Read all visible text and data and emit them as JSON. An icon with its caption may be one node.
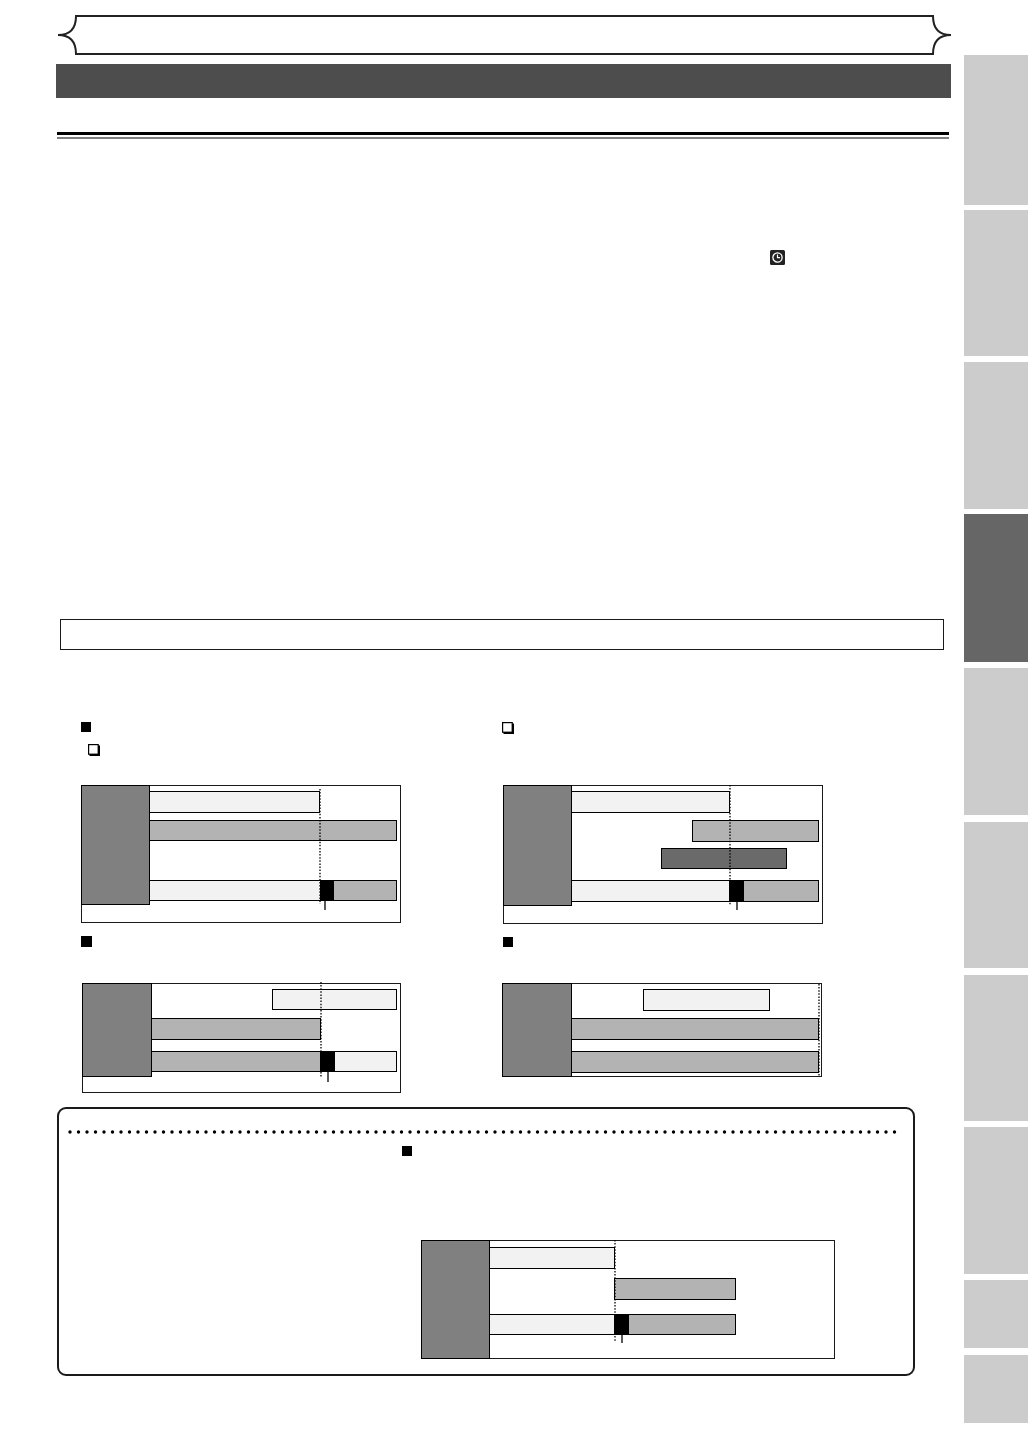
{
  "diagram": {
    "nodes": [
      {
        "text": [],
        "shape": "box"
      },
      {
        "text": [],
        "shape": "bar"
      },
      {
        "text": [],
        "shape": "box"
      },
      {
        "text": [],
        "shape": "box"
      },
      {
        "text": [],
        "shape": "bar",
        "in": 3
      },
      {
        "text": [],
        "shape": "bar",
        "in": 3
      },
      {
        "text": [],
        "shape": "bar",
        "in": 3
      },
      {
        "text": [],
        "shape": "bar",
        "in": 3
      },
      {
        "text": [],
        "shape": "bar",
        "in": 3
      },
      {
        "text": [],
        "shape": "bar",
        "in": 3
      },
      {
        "text": [],
        "shape": "box"
      },
      {
        "text": [],
        "shape": "bar",
        "in": 10
      },
      {
        "text": [],
        "shape": "bar",
        "in": 10
      },
      {
        "text": [],
        "shape": "bar",
        "in": 10
      },
      {
        "text": [],
        "shape": "bar",
        "in": 10
      },
      {
        "text": [],
        "shape": "bar",
        "in": 10
      },
      {
        "text": [],
        "shape": "bar",
        "in": 10
      },
      {
        "text": [],
        "shape": "bar",
        "in": 10
      },
      {
        "text": [],
        "shape": "box"
      },
      {
        "text": [],
        "shape": "bar",
        "in": 18
      },
      {
        "text": [],
        "shape": "bar",
        "in": 18
      },
      {
        "text": [],
        "shape": "bar",
        "in": 18
      },
      {
        "text": [],
        "shape": "bar",
        "in": 18
      },
      {
        "text": [],
        "shape": "bar",
        "in": 18
      },
      {
        "text": [],
        "shape": "bar",
        "in": 18
      },
      {
        "text": [],
        "shape": "box"
      },
      {
        "text": [],
        "shape": "bar",
        "in": 25
      },
      {
        "text": [],
        "shape": "bar",
        "in": 25
      },
      {
        "text": [],
        "shape": "bar",
        "in": 25
      },
      {
        "text": [],
        "shape": "bar",
        "in": 25
      },
      {
        "text": [],
        "shape": "box"
      },
      {
        "text": [],
        "shape": "box",
        "in": 30
      },
      {
        "text": [],
        "shape": "bar",
        "in": 31
      },
      {
        "text": [],
        "shape": "bar",
        "in": 31
      },
      {
        "text": [],
        "shape": "bar",
        "in": 31
      },
      {
        "text": [],
        "shape": "bar",
        "in": 31
      },
      {
        "text": [],
        "shape": "bar",
        "in": 31
      },
      {
        "text": [],
        "shape": "bar",
        "in": 31
      },
      {
        "text": [],
        "shape": "box"
      },
      {
        "text": [],
        "shape": "box"
      },
      {
        "text": [],
        "shape": "box"
      },
      {
        "text": [],
        "shape": "box"
      },
      {
        "text": [],
        "shape": "box"
      },
      {
        "text": [],
        "shape": "box"
      },
      {
        "text": [],
        "shape": "box"
      },
      {
        "text": [],
        "shape": "box"
      },
      {
        "text": [],
        "shape": "box"
      },
      {
        "text": [],
        "shape": "box"
      }
    ]
  }
}
